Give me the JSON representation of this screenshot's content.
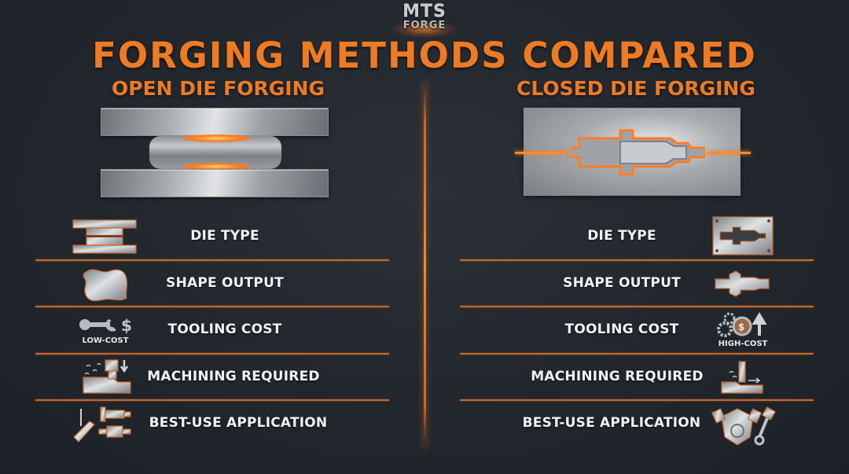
{
  "logo": {
    "line1": "MTS",
    "line2": "FORGE"
  },
  "title": "FORGING METHODS COMPARED",
  "colors": {
    "accent": "#ee7a23",
    "background": "#22272e",
    "separator": "#c7682a",
    "text": "#f2f3f5"
  },
  "left": {
    "heading": "OPEN DIE FORGING",
    "illustration": "open-die-press-with-hot-billet",
    "rows": [
      {
        "label": "DIE TYPE",
        "icon": "flat-dies-icon"
      },
      {
        "label": "SHAPE OUTPUT",
        "icon": "irregular-blob-shape-icon"
      },
      {
        "label": "TOOLING COST",
        "icon": "wrench-dollar-icon",
        "caption": "LOW-COST"
      },
      {
        "label": "MACHINING REQUIRED",
        "icon": "heavy-machining-chips-icon"
      },
      {
        "label": "BEST-USE APPLICATION",
        "icon": "shafts-beam-icon"
      }
    ]
  },
  "right": {
    "heading": "CLOSED DIE FORGING",
    "illustration": "closed-die-cavity-with-flash",
    "rows": [
      {
        "label": "DIE TYPE",
        "icon": "impression-die-icon"
      },
      {
        "label": "SHAPE OUTPUT",
        "icon": "near-net-shape-icon"
      },
      {
        "label": "TOOLING COST",
        "icon": "gears-dollar-up-icon",
        "caption": "HIGH-COST"
      },
      {
        "label": "MACHINING REQUIRED",
        "icon": "light-machining-icon"
      },
      {
        "label": "BEST-USE APPLICATION",
        "icon": "engine-piston-icon"
      }
    ]
  }
}
